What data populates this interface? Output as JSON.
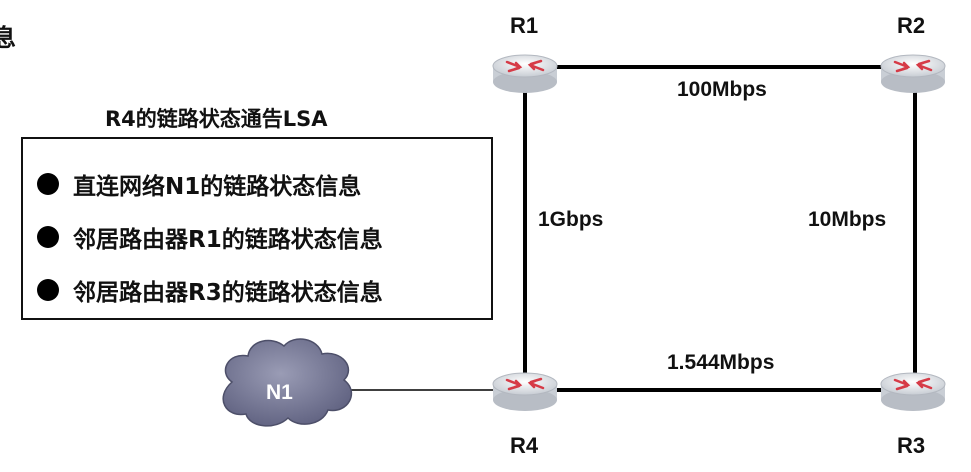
{
  "corner_text": "息",
  "lsa": {
    "title": "R4的链路状态通告LSA",
    "items": [
      "直连网络N1的链路状态信息",
      "邻居路由器R1的链路状态信息",
      "邻居路由器R3的链路状态信息"
    ]
  },
  "routers": [
    "R1",
    "R2",
    "R3",
    "R4"
  ],
  "network": "N1",
  "links": {
    "r1_r2": "100Mbps",
    "r1_r4": "1Gbps",
    "r2_r3": "10Mbps",
    "r4_r3": "1.544Mbps"
  },
  "colors": {
    "router_body": "#dfe3e8",
    "router_arrows": "#d63b47",
    "cloud": "#7d7f99",
    "lines": "#000000"
  }
}
